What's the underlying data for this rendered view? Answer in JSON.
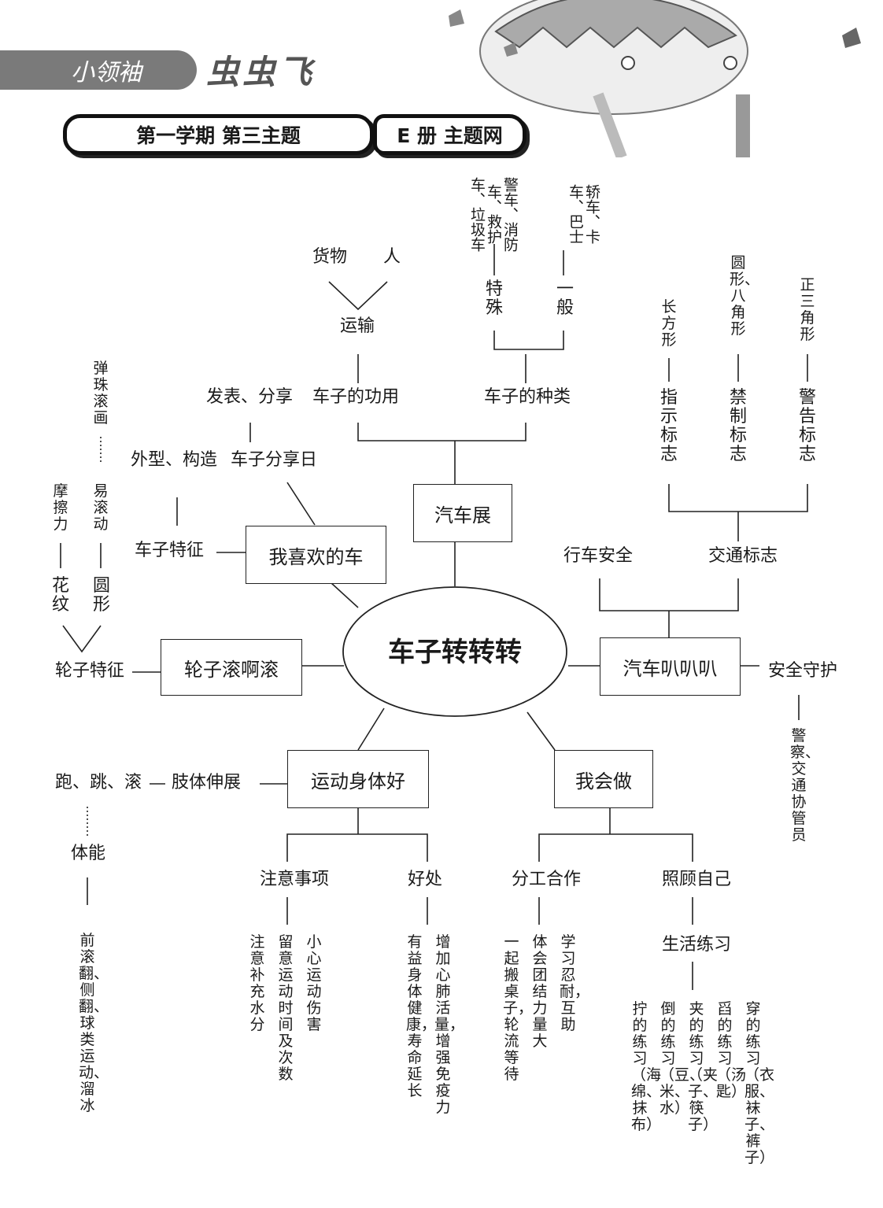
{
  "header": {
    "brand": "小领袖",
    "brand_sub": "虫虫飞",
    "semester": "第一学期 第三主题",
    "book": "E 册 主题网"
  },
  "center": "车子转转转",
  "branches": {
    "car_show": "汽车展",
    "my_car": "我喜欢的车",
    "wheels": "轮子滚啊滚",
    "sports": "运动身体好",
    "can_do": "我会做",
    "horn": "汽车叭叭叭"
  },
  "car_show": {
    "function": "车子的功用",
    "share": "发表、分享",
    "transport": "运输",
    "goods": "货物",
    "people": "人",
    "types": "车子的种类",
    "special": "特殊",
    "special_items": "警车、消防车、救护车、垃圾车",
    "general": "一般",
    "general_items": "轿车、卡车、巴士"
  },
  "my_car": {
    "share_day": "车子分享日",
    "shape": "外型、构造",
    "feature": "车子特征"
  },
  "wheels": {
    "feature": "轮子特征",
    "pattern": "花纹",
    "friction": "摩擦力",
    "round": "圆形",
    "roll": "易滚动",
    "marble": "弹珠滚画"
  },
  "sports": {
    "stretch": "肢体伸展",
    "run": "跑、跳、滚",
    "fitness": "体能",
    "fitness_items": "前滚翻、侧翻、球类运动、溜冰",
    "notes": "注意事项",
    "note1": "小心运动伤害",
    "note2": "留意运动时间及次数",
    "note3": "注意补充水分",
    "benefits": "好处",
    "benefit1": "增加心肺活量，增强免疫力",
    "benefit2": "有益身体健康，寿命延长"
  },
  "can_do": {
    "teamwork": "分工合作",
    "team1": "学习忍耐，互助",
    "team2": "体会团结力量大",
    "team3": "一起搬桌子，轮流等待",
    "self_care": "照顾自己",
    "practice": "生活练习",
    "p1": "穿的练习（衣服、袜子、裤子）",
    "p2": "舀的练习（汤匙）",
    "p3": "夹的练习（夹子、筷子）",
    "p4": "倒的练习（豆、米、水）",
    "p5": "拧的练习（海绵、抹布）"
  },
  "horn": {
    "safety_drive": "行车安全",
    "signs": "交通标志",
    "guide": "指示标志",
    "guide_shape": "长方形",
    "ban": "禁制标志",
    "ban_shape": "圆形、八角形",
    "warn": "警告标志",
    "warn_shape": "正三角形",
    "guard": "安全守护",
    "guard_items": "警察、交通协管员"
  }
}
